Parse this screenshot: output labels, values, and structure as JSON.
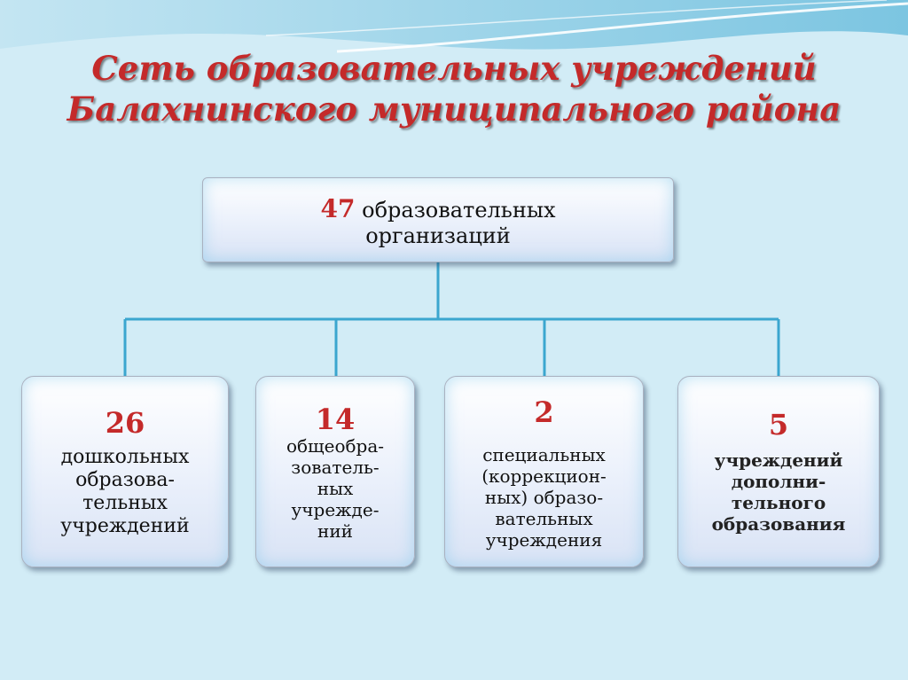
{
  "title": {
    "line1": "Сеть образовательных учреждений",
    "line2": "Балахнинского муниципального района"
  },
  "root": {
    "count": "47",
    "text_line1": "образовательных",
    "text_line2": "организаций"
  },
  "leaves": [
    {
      "count": "26",
      "text": "дошкольных\nобразова-\nтельных\nучреждений"
    },
    {
      "count": "14",
      "text": "общеобра-\nзователь-\nных\nучрежде-\nний"
    },
    {
      "count": "2",
      "text": "специальных\n(коррекцион-\nных) образо-\nвательных\nучреждения"
    },
    {
      "count": "5",
      "text": "учреждений\nдополни-\nтельного\nобразования"
    }
  ],
  "colors": {
    "accent_red": "#c42a2a",
    "connector": "#3ba6cf",
    "background": "#d2ecf6"
  }
}
